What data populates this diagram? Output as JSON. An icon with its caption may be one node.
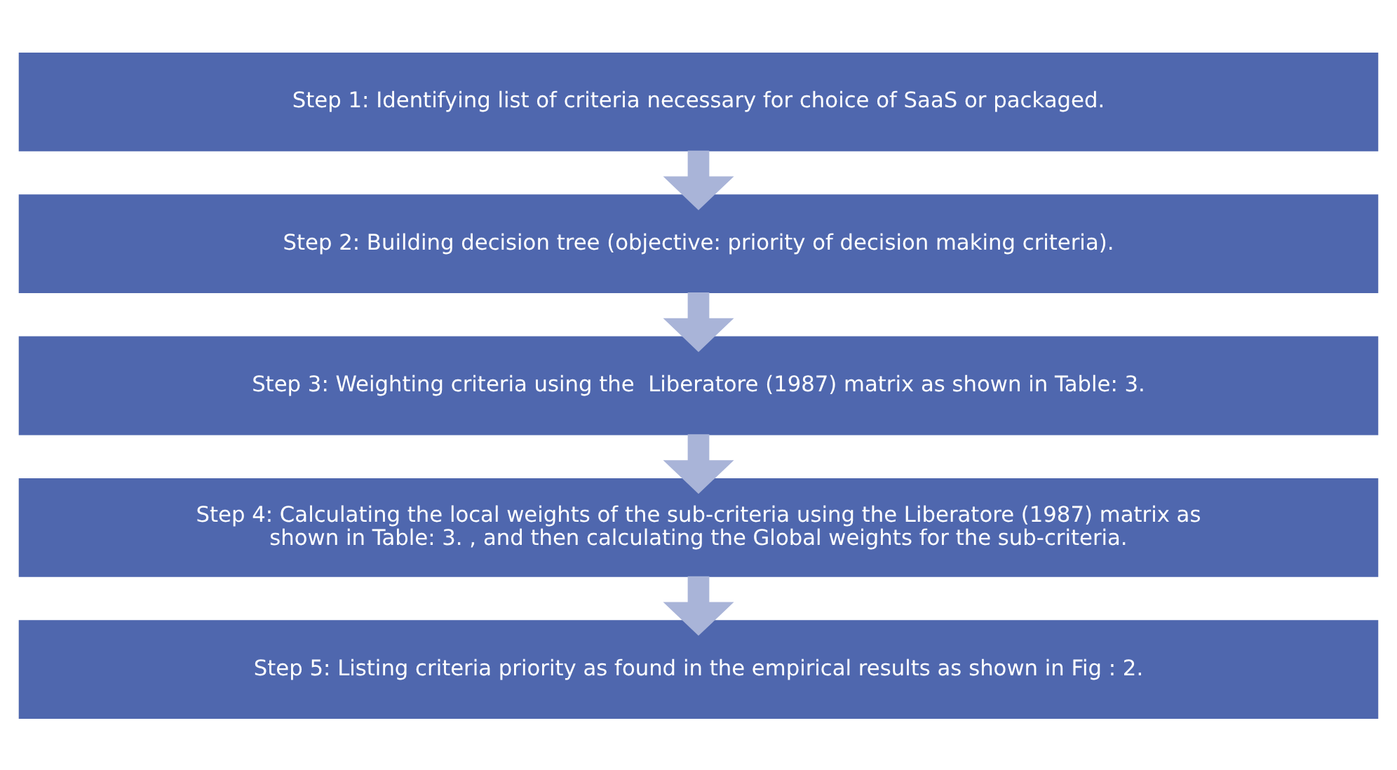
{
  "diagram": {
    "nodes": [
      {
        "text": [
          "Step 1: Identifying list of criteria necessary for choice of SaaS or packaged."
        ]
      },
      {
        "text": [
          "Step 2: Building decision tree (objective: priority of decision making criteria)."
        ]
      },
      {
        "text": [
          "Step 3: Weighting criteria using the  Liberatore (1987) matrix as shown in Table: 3."
        ]
      },
      {
        "text": [
          "Step 4: Calculating the local weights of the sub-criteria using the Liberatore (1987) matrix as shown in Table: 3. , and then calculating the Global weights for the sub-criteria."
        ]
      },
      {
        "text": [
          "Step 5: Listing criteria priority as found in the empirical results as shown in Fig : 2."
        ]
      }
    ],
    "edges": [
      {
        "from": 0,
        "to": 1,
        "arrow": "to"
      },
      {
        "from": 1,
        "to": 2,
        "arrow": "to"
      },
      {
        "from": 2,
        "to": 3,
        "arrow": "to"
      },
      {
        "from": 3,
        "to": 4,
        "arrow": "to"
      }
    ]
  }
}
